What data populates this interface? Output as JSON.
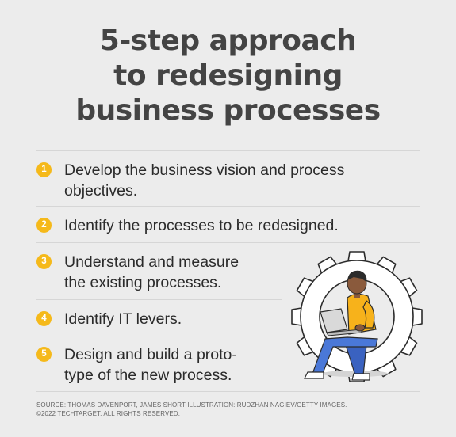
{
  "title": {
    "line1": "5-step approach",
    "line2": "to redesigning",
    "line3": "business processes"
  },
  "steps": [
    {
      "number": "1",
      "line1": "Develop the business vision and process",
      "line2": "objectives."
    },
    {
      "number": "2",
      "line1": "Identify the processes to be redesigned.",
      "line2": ""
    },
    {
      "number": "3",
      "line1": "Understand and measure",
      "line2": "the existing processes."
    },
    {
      "number": "4",
      "line1": "Identify IT levers.",
      "line2": ""
    },
    {
      "number": "5",
      "line1": "Design and build a proto-",
      "line2": "type of the new process."
    }
  ],
  "footer": {
    "line1": "SOURCE: THOMAS DAVENPORT, JAMES SHORT ILLUSTRATION: RUDZHAN NAGIEV/GETTY IMAGES.",
    "line2": "©2022 TECHTARGET. ALL RIGHTS RESERVED."
  },
  "colors": {
    "background": "#ececec",
    "badge": "#f5b91a",
    "title": "#444444",
    "shirt": "#f7b21b",
    "pants": "#4a78d8",
    "gear": "#ffffff"
  },
  "illustration": {
    "icon": "person-with-laptop-in-gear-icon"
  }
}
